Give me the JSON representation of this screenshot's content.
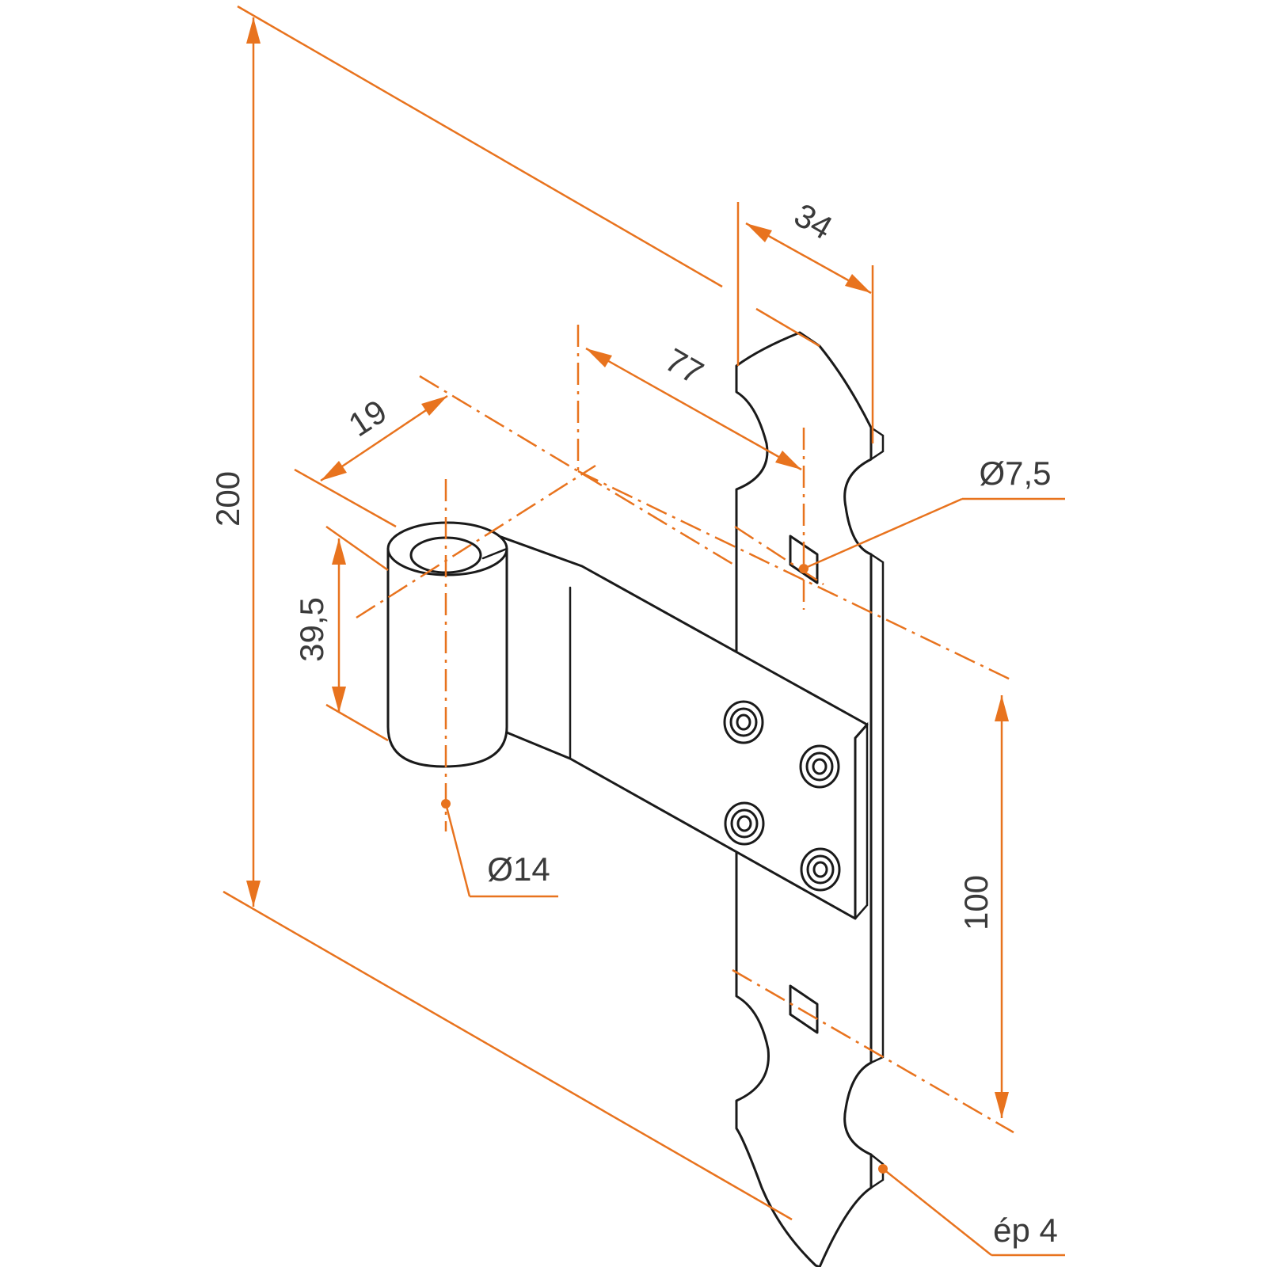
{
  "diagram": {
    "kind": "technical drawing",
    "colors": {
      "dimension": "#e8731e",
      "outline": "#1a1a1a",
      "text": "#3a3a3a",
      "background": "#ffffff"
    },
    "dimensions": {
      "overall_height": "200",
      "plate_width": "34",
      "hole_offset": "77",
      "strap_offset": "19",
      "pin_length": "39,5",
      "hole_diameter": "Ø7,5",
      "hole_spacing": "100",
      "pin_diameter": "Ø14",
      "thickness": "ép 4"
    }
  }
}
